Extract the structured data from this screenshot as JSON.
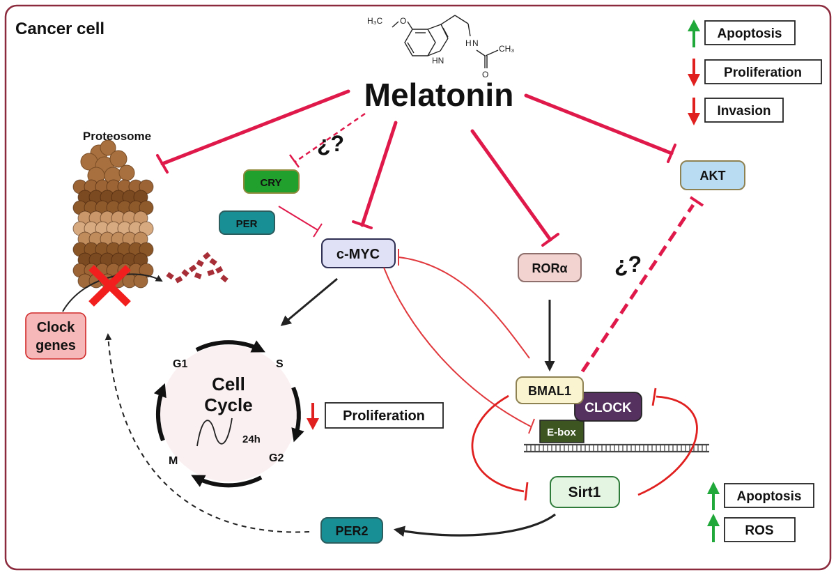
{
  "panel_label": "Cancer cell",
  "melatonin": {
    "label": "Melatonin",
    "structure": {
      "methoxy": "H₃C",
      "oxygen": "O",
      "amine": "HN",
      "amide_nh": "H",
      "amide_n": "N",
      "carbonyl_o": "O",
      "acetyl_ch3": "CH₃"
    }
  },
  "proteosome": {
    "label": "Proteosome"
  },
  "nodes": {
    "clock_genes": {
      "line1": "Clock",
      "line2": "genes"
    },
    "cry": "CRY",
    "per": "PER",
    "cmyc": "c-MYC",
    "rora": "RORα",
    "akt": "AKT",
    "bmal1": "BMAL1",
    "clock": "CLOCK",
    "ebox": "E-box",
    "sirt1": "Sirt1",
    "per2": "PER2"
  },
  "unknown_marks": {
    "cry_link": "¿?",
    "akt_link": "¿?"
  },
  "cell_cycle": {
    "title_line1": "Cell",
    "title_line2": "Cycle",
    "phases": {
      "g1": "G1",
      "s": "S",
      "g2": "G2",
      "m": "M"
    },
    "period": "24h"
  },
  "effects_top": [
    {
      "label": "Apoptosis",
      "direction": "up"
    },
    {
      "label": "Proliferation",
      "direction": "down"
    },
    {
      "label": "Invasion",
      "direction": "down"
    }
  ],
  "effect_cycle": {
    "label": "Proliferation",
    "direction": "down"
  },
  "effects_bottom": [
    {
      "label": "Apoptosis",
      "direction": "up"
    },
    {
      "label": "ROS",
      "direction": "up"
    }
  ],
  "colors": {
    "frame": "#8b2a3c",
    "inhibit": "#e0194b",
    "inhibit_thin": "#e0383c",
    "arrow": "#222222",
    "up": "#20a83a",
    "down": "#e01f1f",
    "cry_fill": "#22a02e",
    "per_fill": "#178f94",
    "cmyc_fill": "#e0e0f6",
    "rora_fill": "#f2d3d0",
    "akt_fill": "#b9dcf3",
    "bmal1_fill": "#fbf4d0",
    "clock_fill": "#54315e",
    "ebox_fill": "#3d5521",
    "sirt1_fill": "#e4f6e2",
    "clock_genes_fill": "#f6b8b8",
    "cycle_fill": "#fbf0f1"
  }
}
